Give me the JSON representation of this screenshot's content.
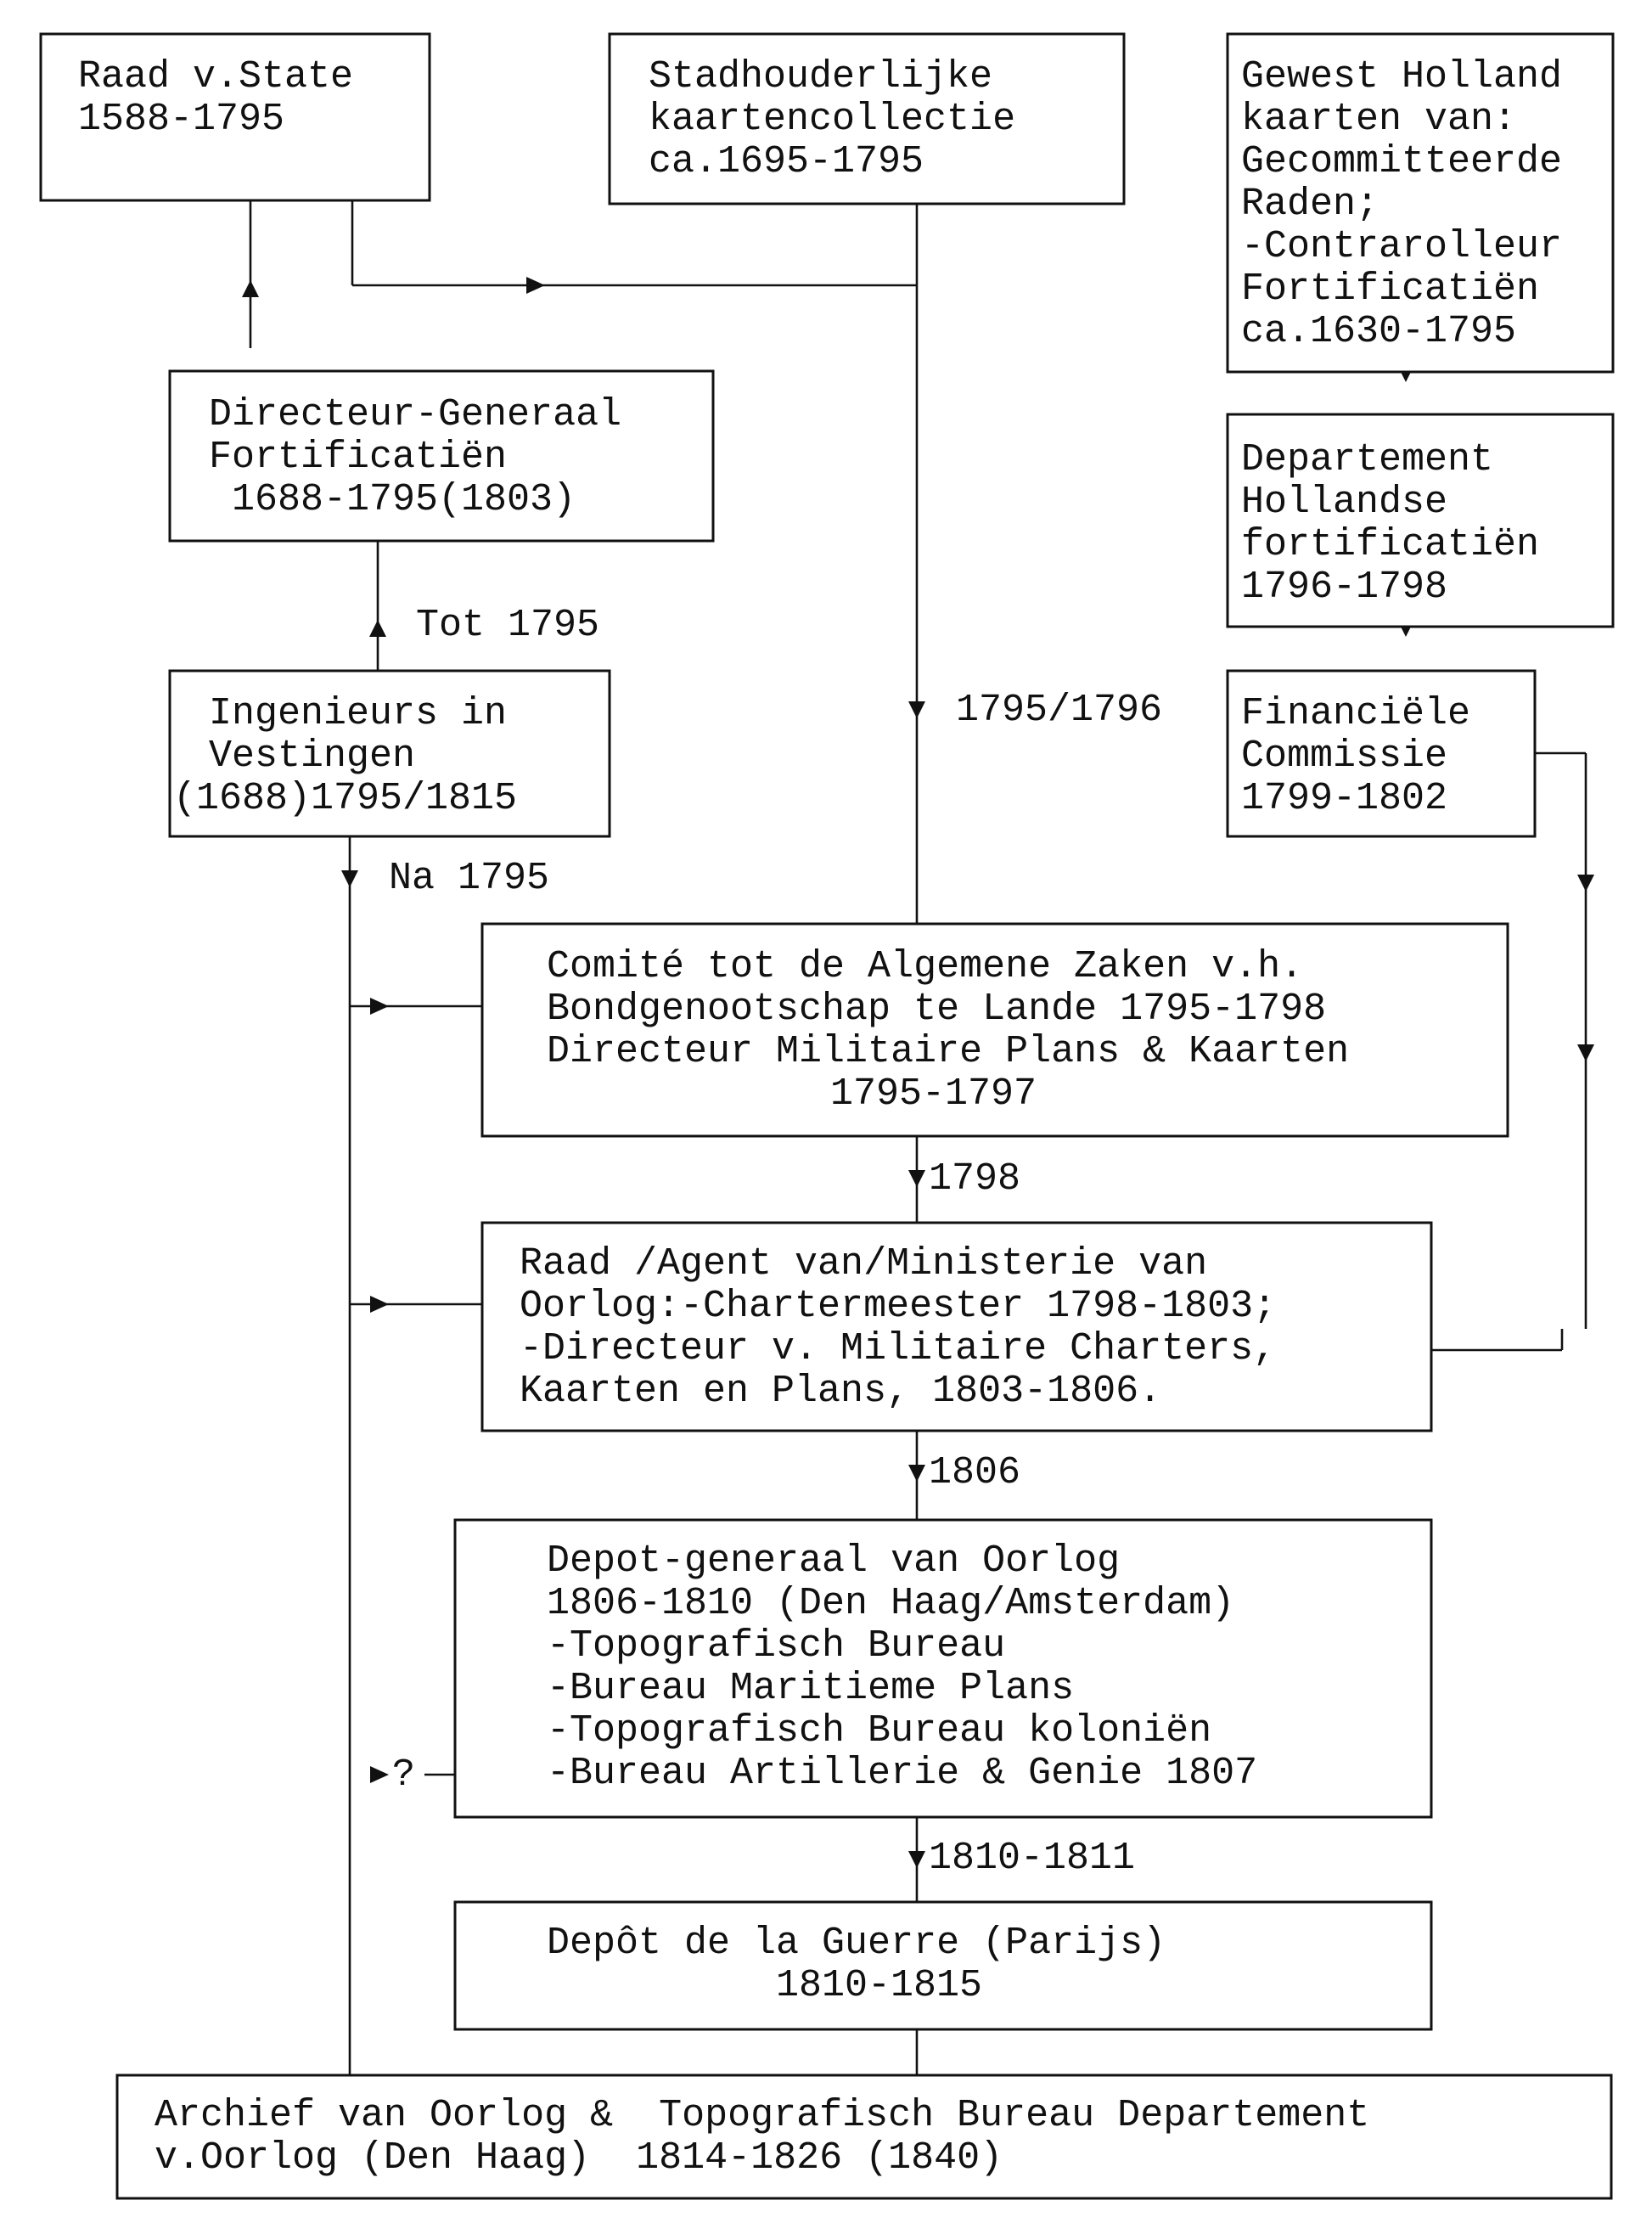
{
  "nodes": [
    {
      "id": "raad-state",
      "lines": [
        "Raad v.State",
        "1588-1795"
      ]
    },
    {
      "id": "stadhouderlijke",
      "lines": [
        "Stadhouderlijke",
        "kaartencollectie",
        "ca.1695-1795"
      ]
    },
    {
      "id": "gewest-holland",
      "lines": [
        "Gewest Holland",
        "kaarten van:",
        "Gecommitteerde",
        "Raden;",
        "-Contrarolleur",
        "Fortificatiën",
        "ca.1630-1795"
      ]
    },
    {
      "id": "directeur-generaal",
      "lines": [
        "Directeur-Generaal",
        "Fortificatiën",
        " 1688-1795(1803)"
      ]
    },
    {
      "id": "departement-hollandse",
      "lines": [
        "Departement",
        "Hollandse",
        "fortificatiën",
        "1796-1798"
      ]
    },
    {
      "id": "ingenieurs",
      "lines": [
        "Ingenieurs in",
        "Vestingen",
        "(1688)1795/1815"
      ]
    },
    {
      "id": "financiele-commissie",
      "lines": [
        "Financiële",
        "Commissie",
        "1799-1802"
      ]
    },
    {
      "id": "comite",
      "lines": [
        "Comité tot de Algemene Zaken v.h.",
        "Bondgenootschap te Lande 1795-1798",
        "Directeur Militaire Plans & Kaarten",
        "1795-1797"
      ]
    },
    {
      "id": "raad-agent",
      "lines": [
        "Raad /Agent van/Ministerie van",
        "Oorlog:-Chartermeester 1798-1803;",
        "-Directeur v. Militaire Charters,",
        "Kaarten en Plans, 1803-1806."
      ]
    },
    {
      "id": "depot-generaal",
      "lines": [
        "Depot-generaal van Oorlog",
        "1806-1810 (Den Haag/Amsterdam)",
        "-Topografisch Bureau",
        "-Bureau Maritieme Plans",
        "-Topografisch Bureau koloniën",
        "-Bureau Artillerie & Genie 1807"
      ]
    },
    {
      "id": "depot-guerre",
      "lines": [
        "Depôt de la Guerre (Parijs)",
        "1810-1815"
      ]
    },
    {
      "id": "archief",
      "lines": [
        "Archief van Oorlog &  Topografisch Bureau Departement",
        "v.Oorlog (Den Haag)  1814-1826 (1840)"
      ]
    }
  ],
  "edge_labels": {
    "tot-1795": "Tot 1795",
    "y-1795-1796": "1795/1796",
    "na-1795": "Na 1795",
    "y-1798": "1798",
    "y-1806": "1806",
    "y-1810-1811": "1810-1811",
    "question": "?"
  }
}
